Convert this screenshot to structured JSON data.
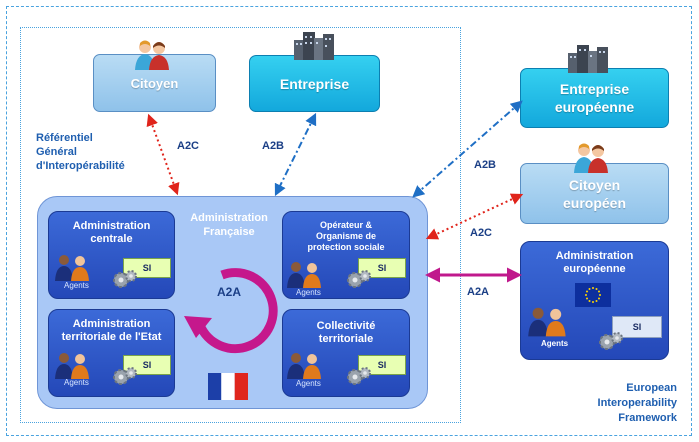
{
  "frame": {
    "referentiel": [
      "Référentiel",
      "Général",
      "d'Interopérabilité"
    ],
    "eif": [
      "European",
      "Interoperability",
      "Framework"
    ]
  },
  "actors": {
    "citoyen": "Citoyen",
    "entreprise": "Entreprise",
    "entreprise_eu": [
      "Entreprise",
      "européenne"
    ],
    "citoyen_eu": [
      "Citoyen",
      "européen"
    ]
  },
  "admin_francaise": {
    "label": [
      "Administration",
      "Française"
    ],
    "centrale": [
      "Administration",
      "centrale"
    ],
    "territoriale": [
      "Administration",
      "territoriale de l'Etat"
    ],
    "operateur": [
      "Opérateur &",
      "Organisme de",
      "protection sociale"
    ],
    "collectivite": [
      "Collectivité",
      "territoriale"
    ],
    "cycle_label": "A2A"
  },
  "admin_eu": [
    "Administration",
    "européenne"
  ],
  "si_label": "SI",
  "agents_label": "Agents",
  "arrows": {
    "a2c_left": "A2C",
    "a2b_left": "A2B",
    "a2b_right": "A2B",
    "a2c_right": "A2C",
    "a2a_right": "A2A"
  },
  "colors": {
    "dark_blue_box": "#2f5bc9",
    "light_blue_box": "#a9c8f6",
    "cyan_box": "#1fb8e6",
    "arrow_red": "#e0241b",
    "arrow_blue": "#1f6fc5",
    "arrow_magenta": "#c0188c"
  }
}
